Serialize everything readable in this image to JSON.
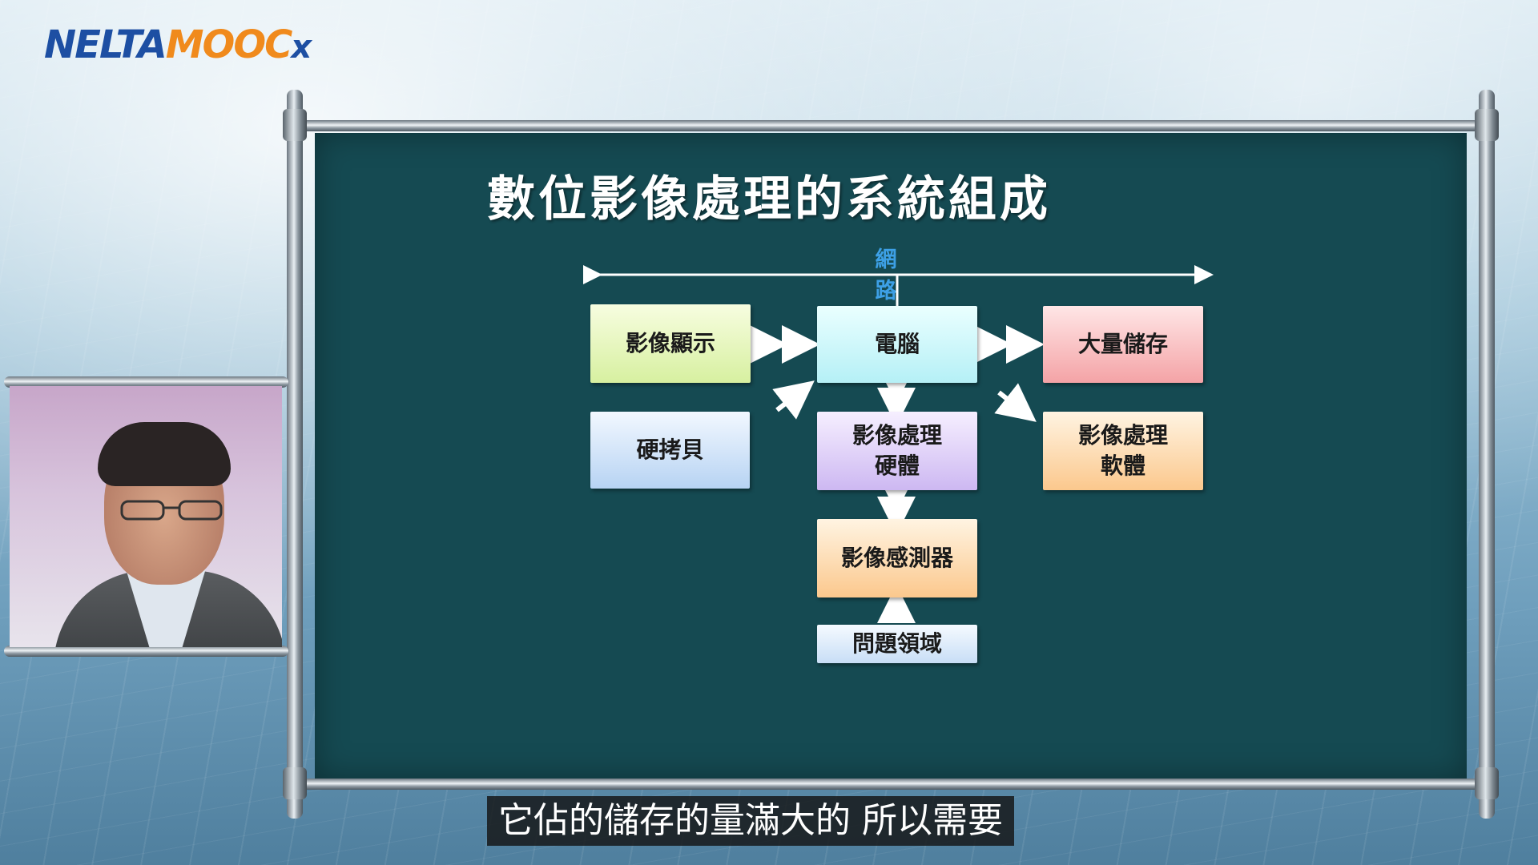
{
  "logo": {
    "part_a": "NELTA",
    "part_b": "MOOC",
    "part_c": "x"
  },
  "slide": {
    "title": "數位影像處理的系統組成",
    "network_label": "網路",
    "boxes": {
      "display": "影像顯示",
      "computer": "電腦",
      "storage": "大量儲存",
      "hardcopy": "硬拷貝",
      "hardware": "影像處理\n硬體",
      "software": "影像處理\n軟體",
      "sensor": "影像感測器",
      "problem_domain": "問題領域"
    }
  },
  "subtitle": "它佔的儲存的量滿大的 所以需要",
  "colors": {
    "board": "#154a52",
    "network_label": "#3da0e6",
    "logo_blue": "#1d4fa3",
    "logo_orange": "#f08a1c"
  }
}
